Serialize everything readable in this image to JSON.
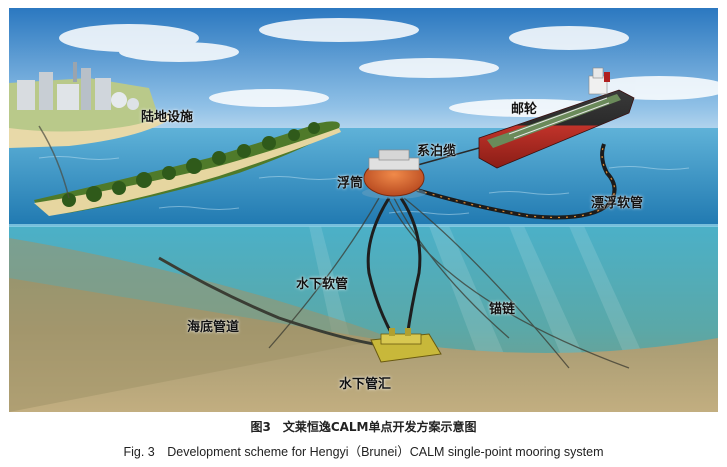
{
  "labels": {
    "onshore": "陆地设施",
    "tanker": "邮轮",
    "hawser": "系泊缆",
    "buoy": "浮筒",
    "floating_hose": "漂浮软管",
    "subsea_hose": "水下软管",
    "pipeline": "海底管道",
    "anchor_chain": "锚链",
    "plem": "水下管汇"
  },
  "caption": {
    "cn": "图3　文莱恒逸CALM单点开发方案示意图",
    "en": "Fig. 3　Development scheme for Hengyi（Brunei）CALM single-point mooring system"
  },
  "colors": {
    "sky_top": "#2f7fc4",
    "sea_surface": "#2e8fc0",
    "underwater": "#3aa0b8",
    "seabed": "#a89a70",
    "hull_red": "#b82a20",
    "buoy_orange": "#d0602a"
  }
}
